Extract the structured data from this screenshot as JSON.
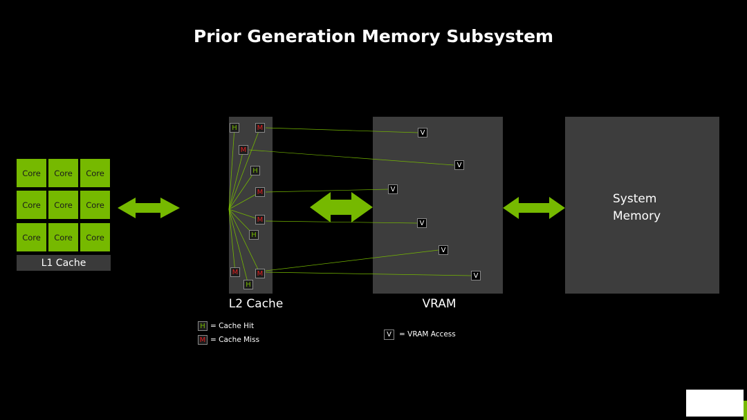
{
  "title": "Prior Generation Memory Subsystem",
  "l1": {
    "core_label": "Core",
    "cache_label": "L1 Cache"
  },
  "l2": {
    "label": "L2 Cache",
    "hit_letter": "H",
    "miss_letter": "M"
  },
  "vram": {
    "label": "VRAM",
    "access_letter": "V"
  },
  "system_memory": {
    "line1": "System",
    "line2": "Memory"
  },
  "legend": {
    "hit_letter": "H",
    "hit_text": "=  Cache Hit",
    "miss_letter": "M",
    "miss_text": "=  Cache Miss",
    "vram_letter": "V",
    "vram_text": "= VRAM Access"
  },
  "colors": {
    "accent_green": "#76b900",
    "miss_red": "#e02020",
    "block_gray": "#3d3d3d",
    "background": "#000000"
  }
}
